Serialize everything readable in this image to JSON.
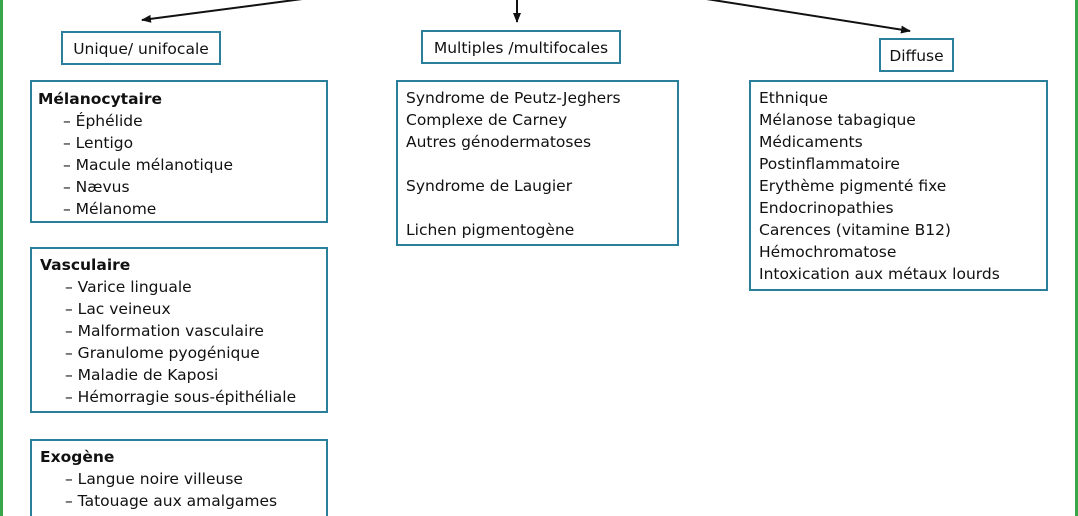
{
  "categories": [
    {
      "label": "Unique/ unifocale"
    },
    {
      "label": "Multiples /multifocales"
    },
    {
      "label": "Diffuse"
    }
  ],
  "unique_groups": [
    {
      "title": "Mélanocytaire",
      "items": [
        "– Éphélide",
        "– Lentigo",
        "– Macule mélanotique",
        "– Nævus",
        "– Mélanome"
      ]
    },
    {
      "title": "Vasculaire",
      "items": [
        "– Varice linguale",
        "– Lac veineux",
        "– Malformation vasculaire",
        "– Granulome pyogénique",
        "– Maladie de Kaposi",
        "– Hémorragie sous-épithéliale"
      ]
    },
    {
      "title": "Exogène",
      "items": [
        "– Langue noire villeuse",
        "– Tatouage aux amalgames"
      ]
    }
  ],
  "multiple_items": [
    "Syndrome de Peutz-Jeghers",
    "Complexe de Carney",
    "Autres génodermatoses",
    "Syndrome de Laugier",
    "Lichen pigmentogène"
  ],
  "diffuse_items": [
    "Ethnique",
    "Mélanose tabagique",
    "Médicaments",
    "Postinflammatoire",
    "Erythème pigmenté fixe",
    "Endocrinopathies",
    "Carences (vitamine B12)",
    "Hémochromatose",
    "Intoxication aux métaux lourds"
  ],
  "colors": {
    "box_border": "#2a7f9a",
    "frame": "#3aa64a",
    "arrow": "#111111"
  }
}
